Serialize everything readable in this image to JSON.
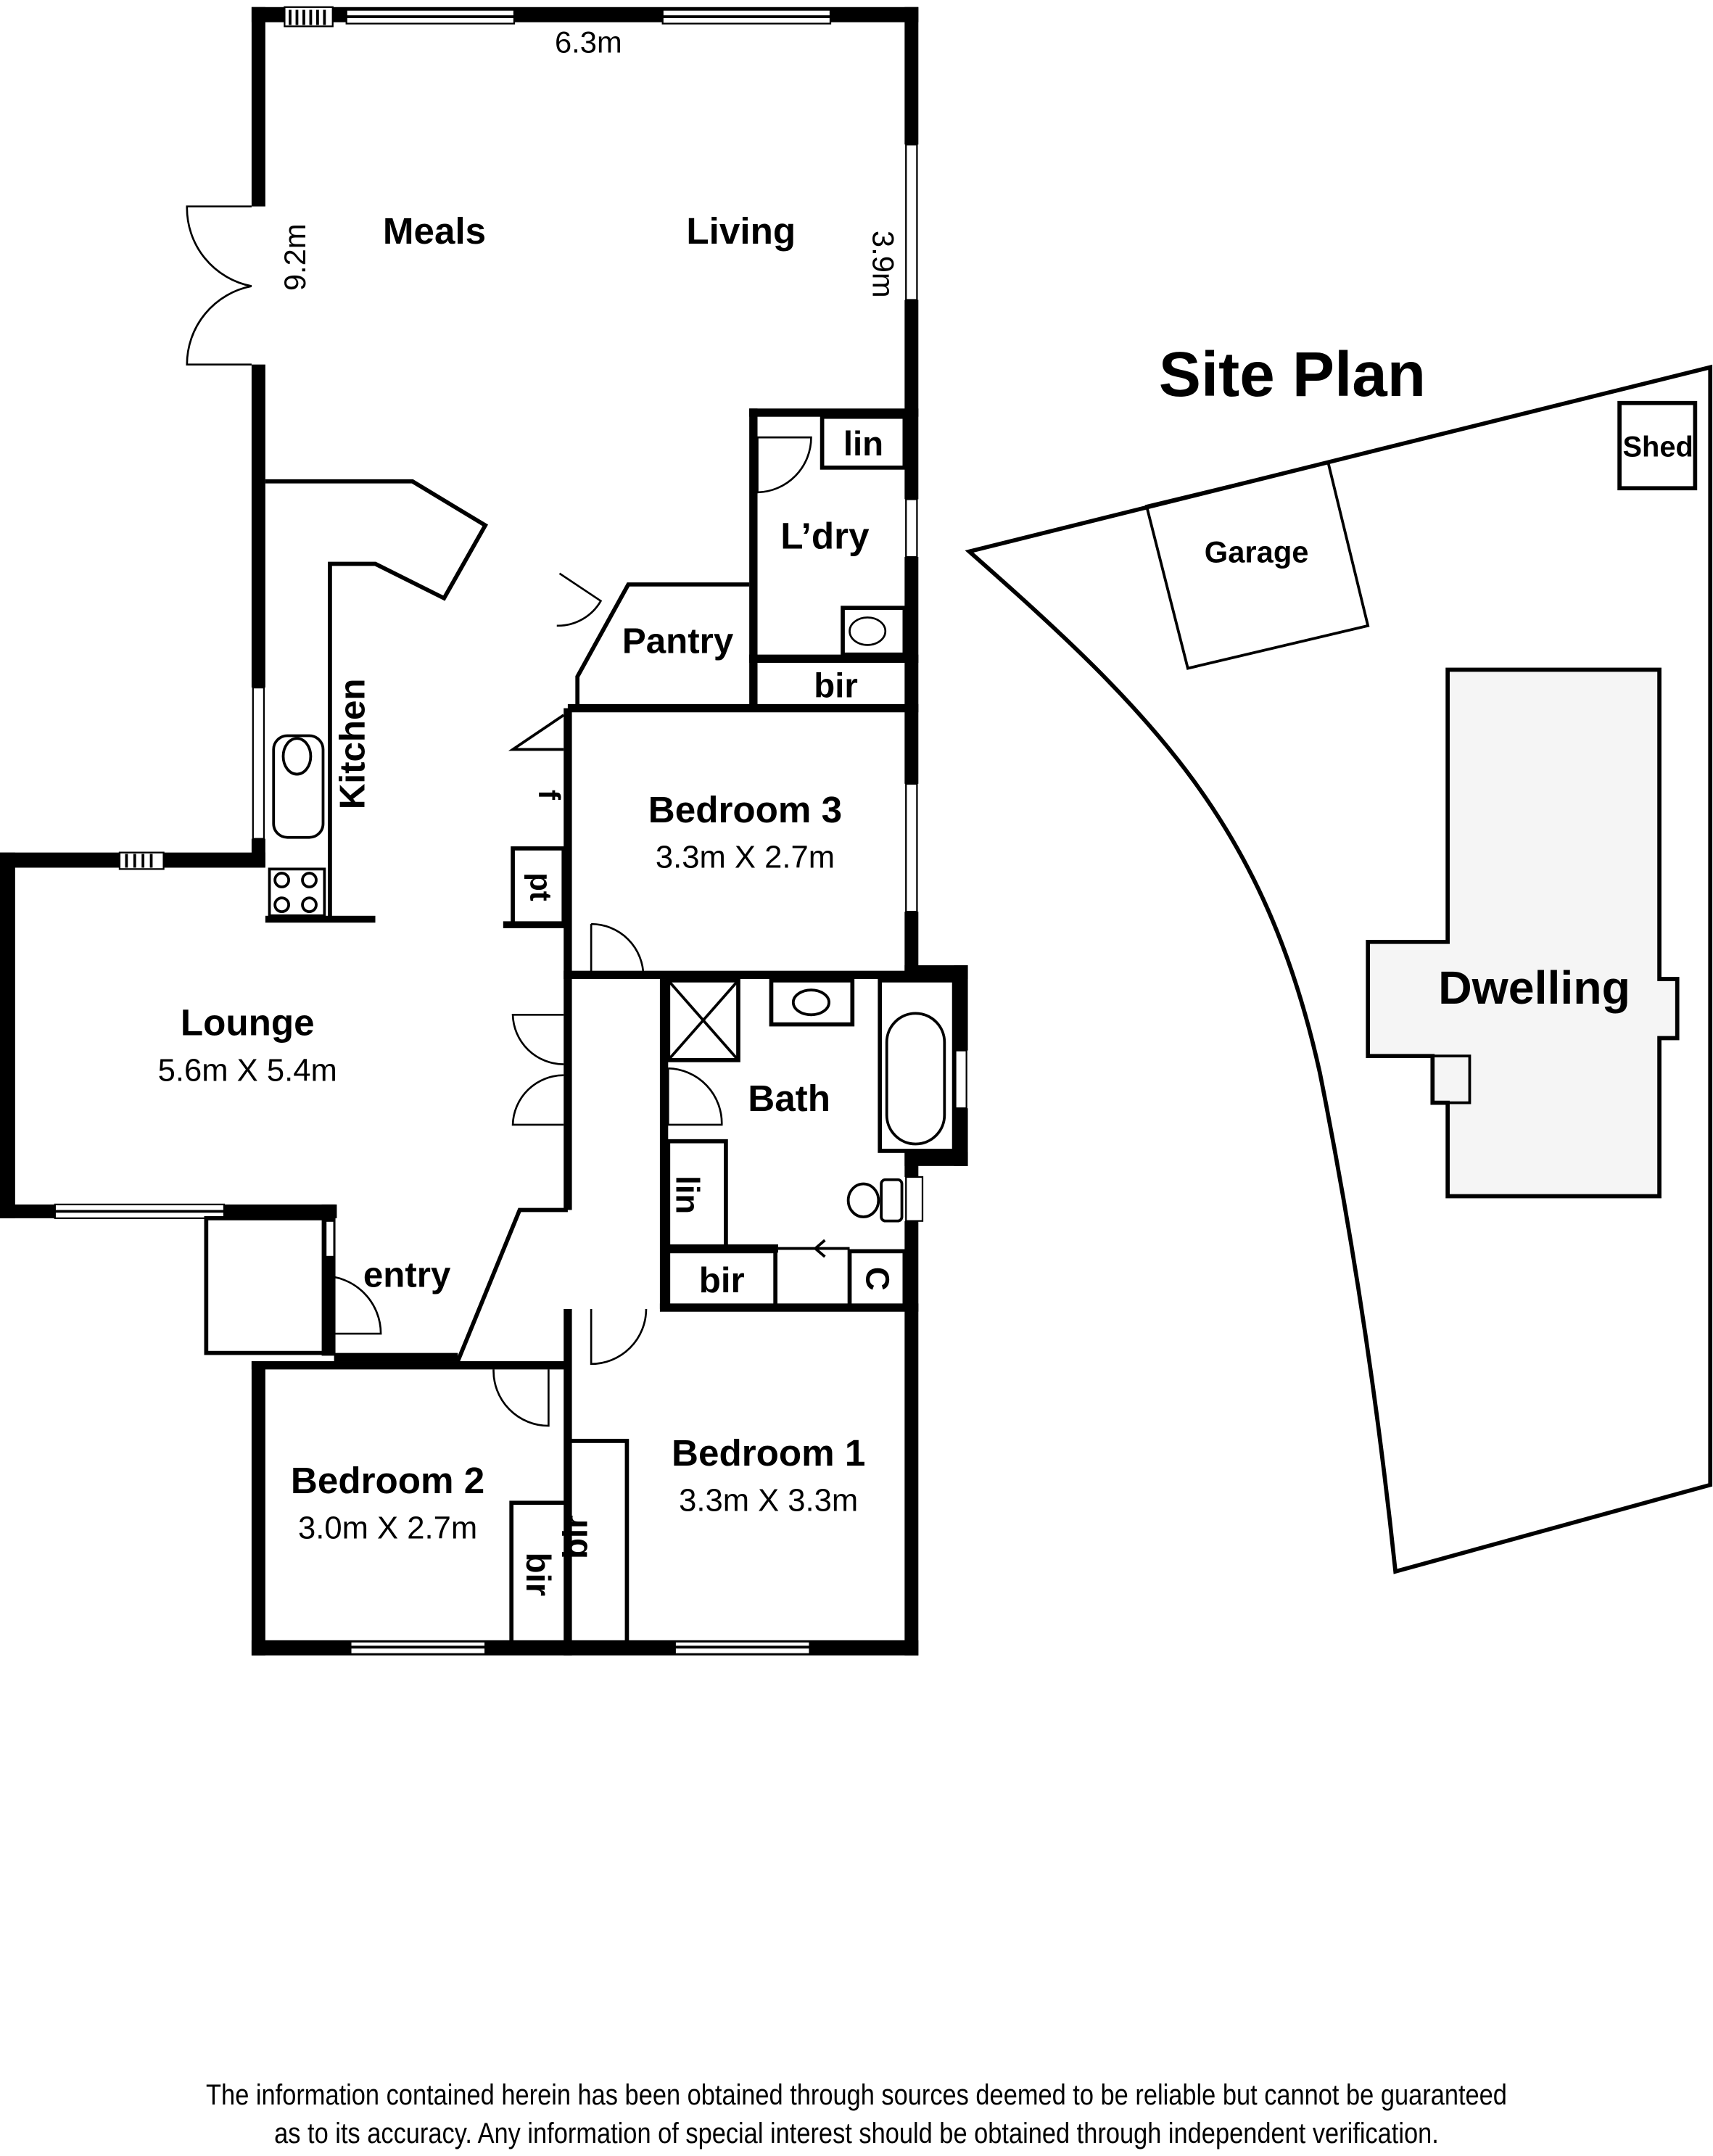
{
  "floor_plan": {
    "dimensions": {
      "width_top": "6.3m",
      "height_left": "9.2m",
      "living_right": "3.9m"
    },
    "rooms": {
      "meals": {
        "name": "Meals"
      },
      "living": {
        "name": "Living"
      },
      "laundry": {
        "name": "L’dry"
      },
      "linen_laundry": {
        "name": "lin"
      },
      "pantry": {
        "name": "Pantry"
      },
      "bir_laundry": {
        "name": "bir"
      },
      "kitchen": {
        "name": "Kitchen"
      },
      "fridge": {
        "name": "f"
      },
      "pantry_cupboard": {
        "name": "pt"
      },
      "bedroom3": {
        "name": "Bedroom 3",
        "size": "3.3m X 2.7m"
      },
      "lounge": {
        "name": "Lounge",
        "size": "5.6m X 5.4m"
      },
      "bath": {
        "name": "Bath"
      },
      "linen_bath": {
        "name": "lin"
      },
      "bir_hall": {
        "name": "bir"
      },
      "cupboard": {
        "name": "C"
      },
      "entry": {
        "name": "entry"
      },
      "bedroom1": {
        "name": "Bedroom 1",
        "size": "3.3m X 3.3m"
      },
      "bir_bed1": {
        "name": "bir"
      },
      "bedroom2": {
        "name": "Bedroom 2",
        "size": "3.0m X 2.7m"
      },
      "bir_bed2": {
        "name": "bir"
      }
    }
  },
  "site_plan": {
    "title": "Site Plan",
    "garage": "Garage",
    "shed": "Shed",
    "dwelling": "Dwelling",
    "colors": {
      "dwelling_fill": "#f5f5f5"
    }
  },
  "footer": {
    "line1": "The information contained herein has been obtained through sources deemed to be reliable but cannot be guaranteed",
    "line2": "as to its accuracy.  Any information of special interest should be obtained through independent verification."
  }
}
